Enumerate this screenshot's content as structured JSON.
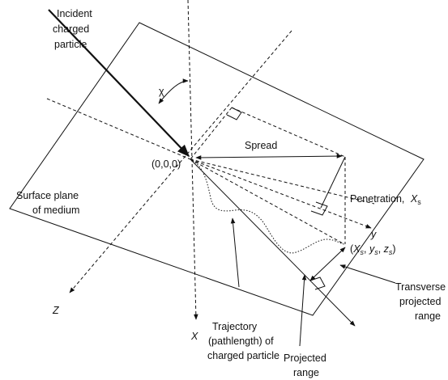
{
  "labels": {
    "incident_line1": "Incident",
    "incident_line2": "charged",
    "incident_line3": "particle",
    "chi": "χ",
    "spread": "Spread",
    "origin": "(0,0,0)",
    "surface_line1": "Surface plane",
    "surface_line2": "of medium",
    "penetration": "Penetration,",
    "penetration_sym": "X",
    "penetration_sub": "s",
    "y_axis": "y",
    "coord_open": "(",
    "coord_X": "X",
    "coord_s1": "s",
    "coord_c1": ", ",
    "coord_y": "y",
    "coord_s2": "s",
    "coord_c2": ", ",
    "coord_z": "z",
    "coord_s3": "s",
    "coord_close": ")",
    "transverse_line1": "Transverse",
    "transverse_line2": "projected",
    "transverse_line3": "range",
    "z_axis": "Z",
    "x_axis": "X",
    "trajectory_line1": "Trajectory",
    "trajectory_line2": "(pathlength) of",
    "trajectory_line3": "charged particle",
    "projected_line1": "Projected",
    "projected_line2": "range"
  }
}
